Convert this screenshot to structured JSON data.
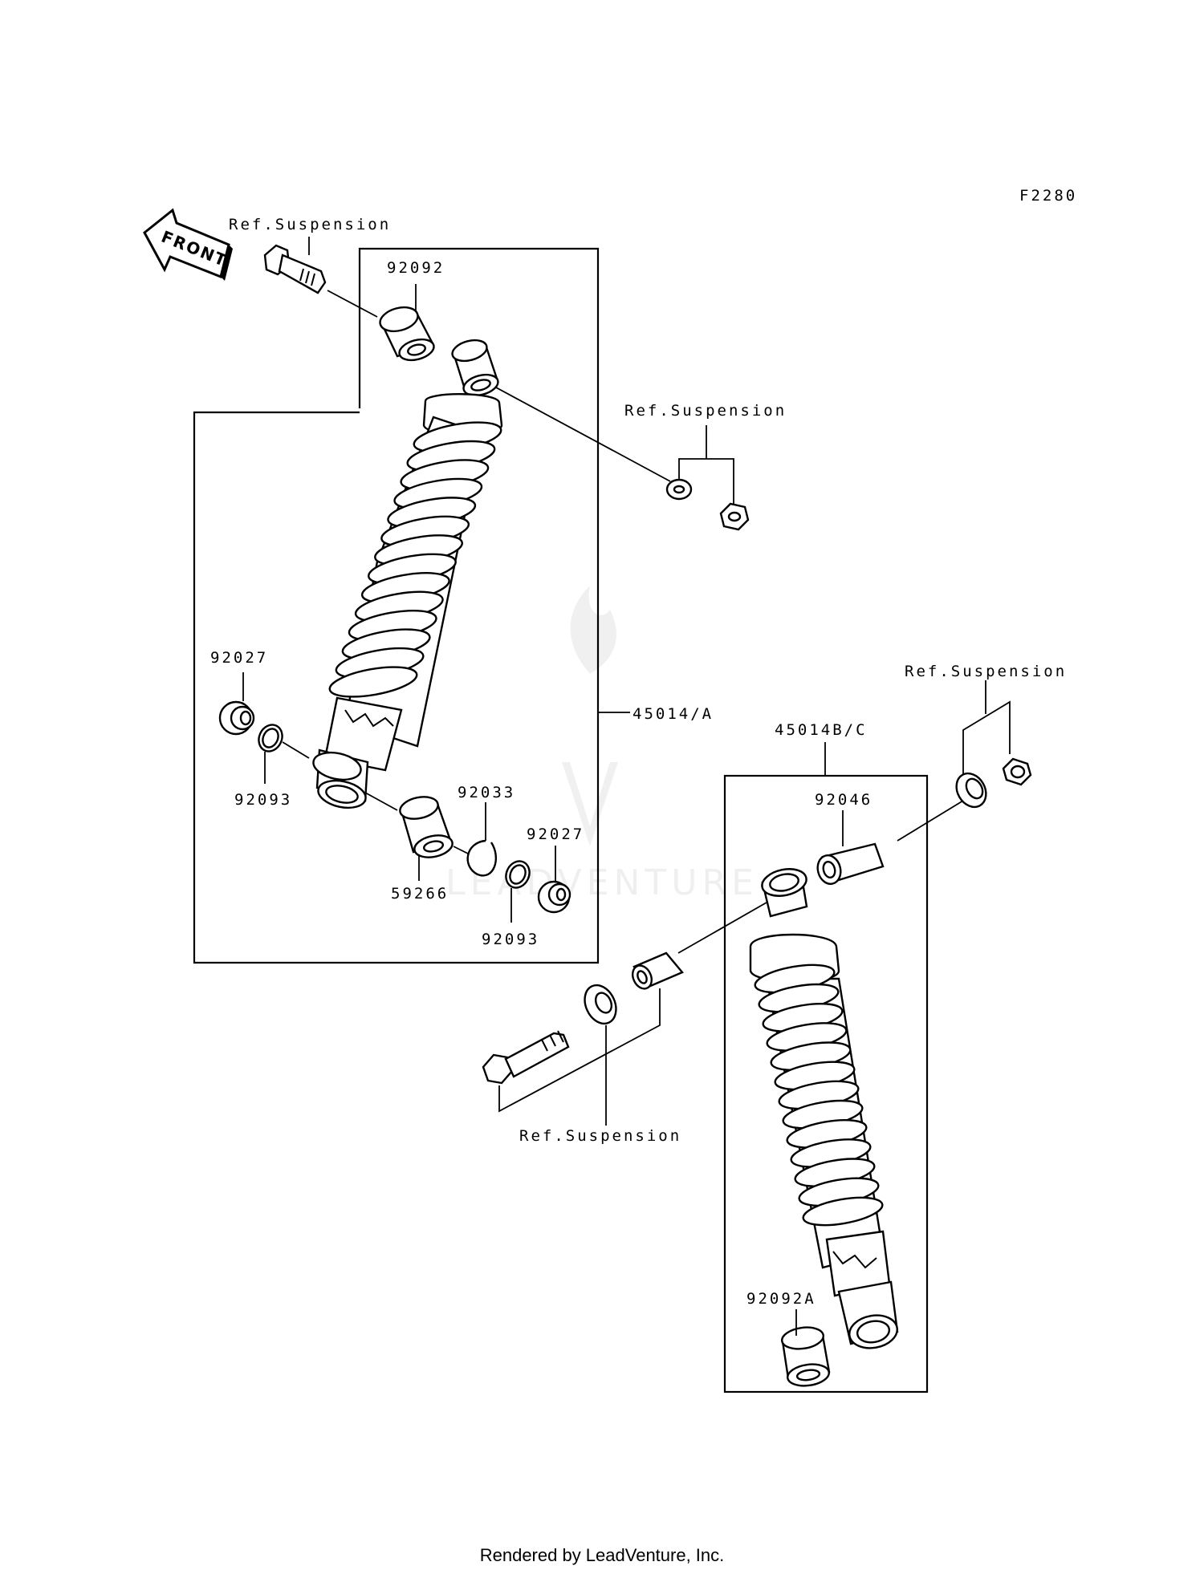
{
  "diagram": {
    "code": "F2280",
    "front_label": "FRONT",
    "watermark": "LEADVENTURE",
    "labels": {
      "ref_suspension_top": "Ref.Suspension",
      "ref_suspension_mid": "Ref.Suspension",
      "ref_suspension_right": "Ref.Suspension",
      "ref_suspension_bottom": "Ref.Suspension",
      "p92092": "92092",
      "p92027_left": "92027",
      "p92093_left": "92093",
      "p45014A": "45014/A",
      "p92033": "92033",
      "p92027_right": "92027",
      "p59266": "59266",
      "p92093_right": "92093",
      "p45014BC": "45014B/C",
      "p92046": "92046",
      "p92092A": "92092A"
    }
  },
  "footer": {
    "text": "Rendered by LeadVenture, Inc."
  }
}
